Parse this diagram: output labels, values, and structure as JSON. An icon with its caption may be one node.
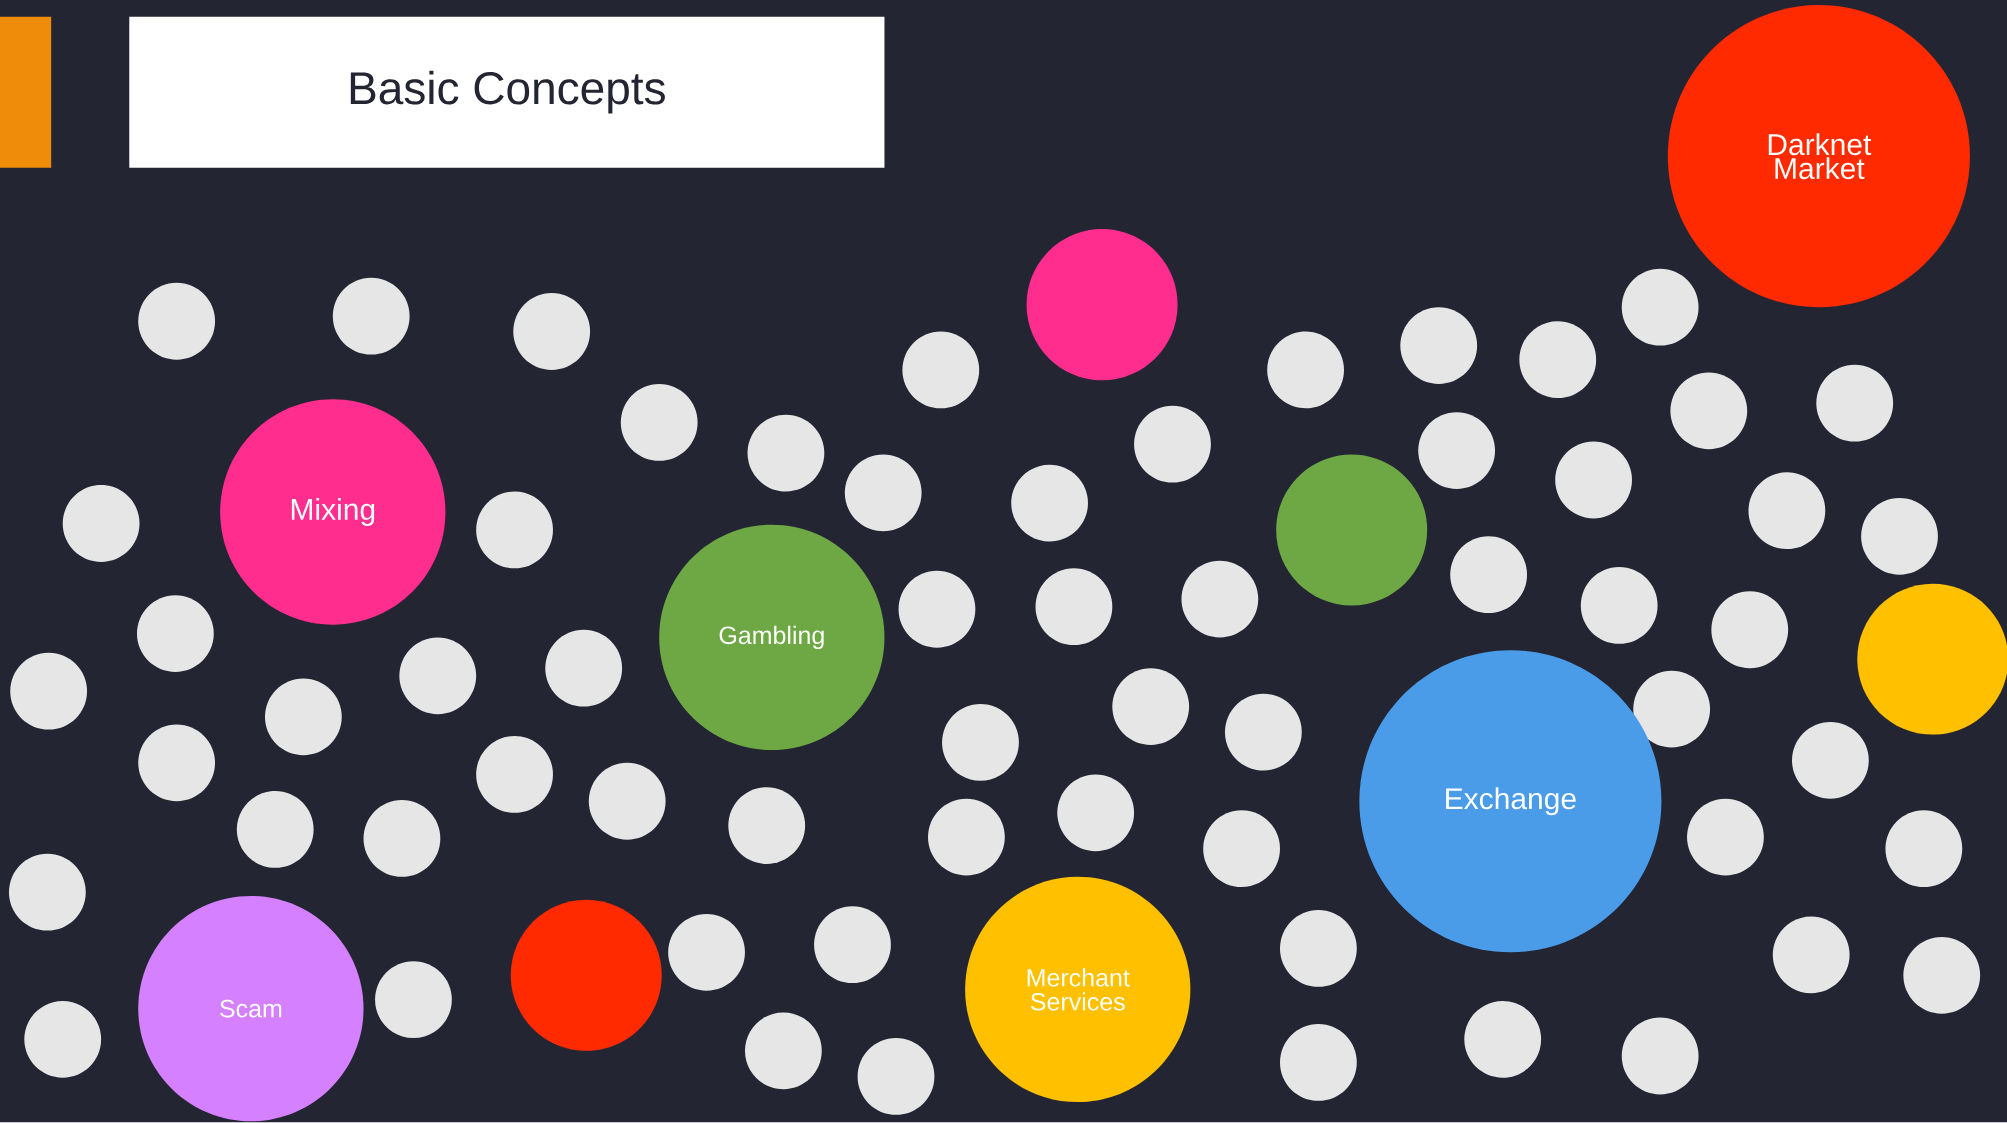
{
  "diagram": {
    "title": "Basic Concepts",
    "nodes": [
      {
        "text": [
          "Darknet Market"
        ]
      },
      {
        "text": [],
        "shape": "circle"
      },
      {
        "text": [],
        "shape": "circle"
      },
      {
        "text": [],
        "shape": "circle"
      },
      {
        "text": [],
        "shape": "circle"
      },
      {
        "text": [],
        "shape": "circle"
      },
      {
        "text": [],
        "shape": "circle"
      },
      {
        "text": [],
        "shape": "circle"
      },
      {
        "text": [],
        "shape": "circle"
      },
      {
        "text": [],
        "shape": "circle"
      },
      {
        "text": [],
        "shape": "circle"
      },
      {
        "text": [],
        "shape": "circle"
      },
      {
        "text": [],
        "shape": "circle"
      },
      {
        "text": [],
        "shape": "circle"
      },
      {
        "text": [],
        "shape": "circle"
      },
      {
        "text": [],
        "shape": "circle"
      },
      {
        "text": [],
        "shape": "circle"
      },
      {
        "text": [],
        "shape": "circle"
      },
      {
        "text": [],
        "shape": "circle"
      },
      {
        "text": [],
        "shape": "circle"
      },
      {
        "text": [
          "Mixing"
        ]
      },
      {
        "text": [],
        "shape": "circle"
      },
      {
        "text": [],
        "shape": "circle"
      },
      {
        "text": [],
        "shape": "circle"
      },
      {
        "text": [],
        "shape": "circle"
      },
      {
        "text": [],
        "shape": "circle"
      },
      {
        "text": [],
        "shape": "circle"
      },
      {
        "text": [],
        "shape": "circle"
      },
      {
        "text": [],
        "shape": "circle"
      },
      {
        "text": [],
        "shape": "circle"
      },
      {
        "text": [],
        "shape": "circle"
      },
      {
        "text": [],
        "shape": "circle"
      },
      {
        "text": [
          "Gambling"
        ]
      },
      {
        "text": [],
        "shape": "circle"
      },
      {
        "text": [],
        "shape": "circle"
      },
      {
        "text": [],
        "shape": "circle"
      },
      {
        "text": [],
        "shape": "circle"
      },
      {
        "text": [],
        "shape": "circle"
      },
      {
        "text": [],
        "shape": "circle"
      },
      {
        "text": [],
        "shape": "circle"
      },
      {
        "text": [],
        "shape": "circle"
      },
      {
        "text": [],
        "shape": "circle"
      },
      {
        "text": [],
        "shape": "circle"
      },
      {
        "text": [],
        "shape": "circle"
      },
      {
        "text": [],
        "shape": "circle"
      },
      {
        "text": [],
        "shape": "circle"
      },
      {
        "text": [
          "Exchange"
        ]
      },
      {
        "text": [],
        "shape": "circle"
      },
      {
        "text": [],
        "shape": "circle"
      },
      {
        "text": [],
        "shape": "circle"
      },
      {
        "text": [],
        "shape": "circle"
      },
      {
        "text": [],
        "shape": "circle"
      },
      {
        "text": [],
        "shape": "circle"
      },
      {
        "text": [],
        "shape": "circle"
      },
      {
        "text": [],
        "shape": "circle"
      },
      {
        "text": [],
        "shape": "circle"
      },
      {
        "text": [],
        "shape": "circle"
      },
      {
        "text": [],
        "shape": "circle"
      },
      {
        "text": [],
        "shape": "circle"
      },
      {
        "text": [],
        "shape": "circle"
      },
      {
        "text": [],
        "shape": "circle"
      },
      {
        "text": [],
        "shape": "circle"
      },
      {
        "text": [
          "Merchant Services"
        ]
      },
      {
        "text": [],
        "shape": "circle"
      },
      {
        "text": [
          "Scam"
        ]
      },
      {
        "text": [],
        "shape": "circle"
      },
      {
        "text": [],
        "shape": "circle"
      },
      {
        "text": [],
        "shape": "circle"
      },
      {
        "text": [],
        "shape": "circle"
      },
      {
        "text": [],
        "shape": "circle"
      },
      {
        "text": [],
        "shape": "circle"
      }
    ]
  }
}
